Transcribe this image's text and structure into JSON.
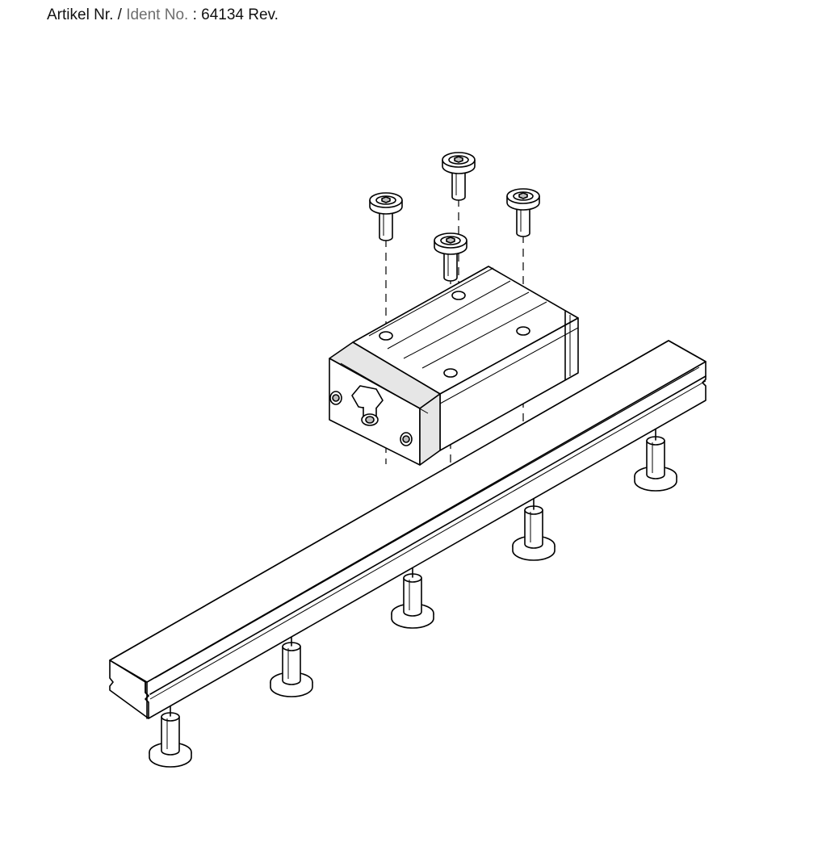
{
  "header": {
    "label_de": "Artikel Nr. /",
    "label_en": "Ident No.",
    "separator": ":",
    "ident_number": "64134 Rev."
  },
  "drawing": {
    "parts": [
      "linear-guide-rail",
      "carriage-block",
      "grease-nipple",
      "button-head-screw",
      "button-head-screw",
      "button-head-screw",
      "button-head-screw",
      "rail-bolt",
      "rail-bolt",
      "rail-bolt",
      "rail-bolt",
      "rail-bolt"
    ]
  }
}
